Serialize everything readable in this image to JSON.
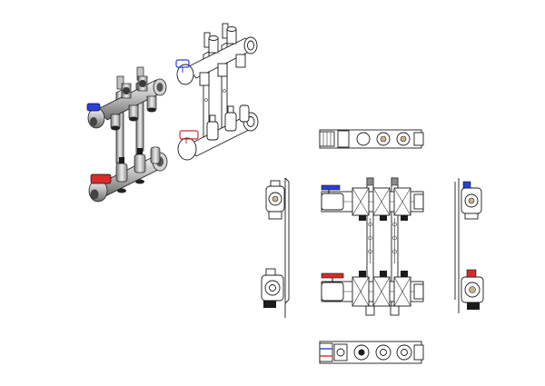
{
  "colors": {
    "background": "#ffffff",
    "line": "#1a1a1a",
    "supply_red": "#d92b2b",
    "return_blue": "#2b3fd9",
    "metal_light": "#d7d7d7",
    "metal_mid": "#a9a9a9",
    "metal_dark": "#5c5c5c",
    "brass": "#c9b48a",
    "black_part": "#1b1b1b"
  },
  "figure": {
    "views": [
      "shaded-isometric-view",
      "line-isometric-view",
      "top-view",
      "front-view",
      "left-side-view",
      "right-side-view",
      "bottom-view"
    ]
  }
}
